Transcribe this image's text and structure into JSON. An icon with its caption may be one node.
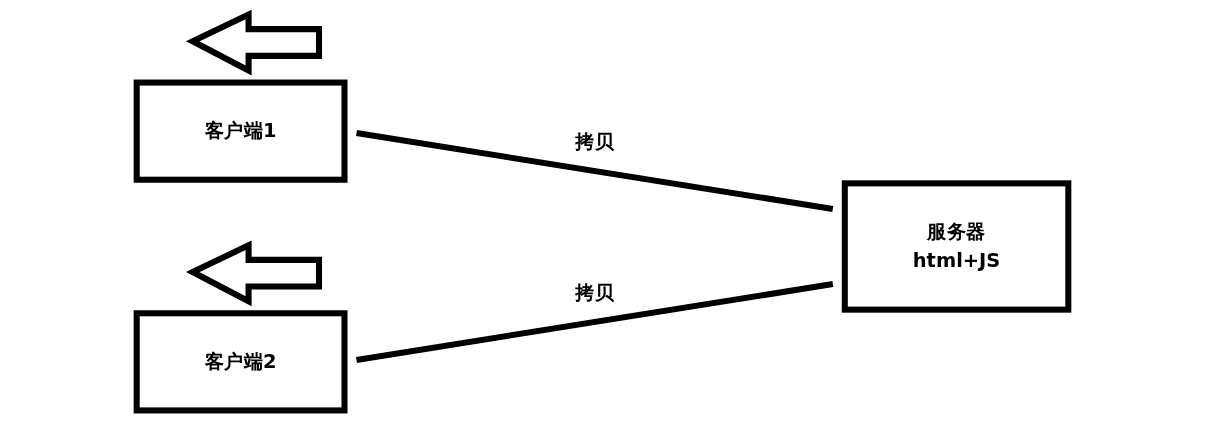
{
  "diagram": {
    "nodes": [
      {
        "text": [
          "客户端1"
        ]
      },
      {
        "text": [
          "服务器",
          "html+JS"
        ]
      },
      {
        "text": [
          "客户端2"
        ]
      }
    ],
    "edges": [
      {
        "from": 1,
        "to": 0,
        "arrow": "none",
        "label": "拷贝"
      },
      {
        "from": 1,
        "to": 2,
        "arrow": "none",
        "label": "拷贝"
      }
    ]
  }
}
